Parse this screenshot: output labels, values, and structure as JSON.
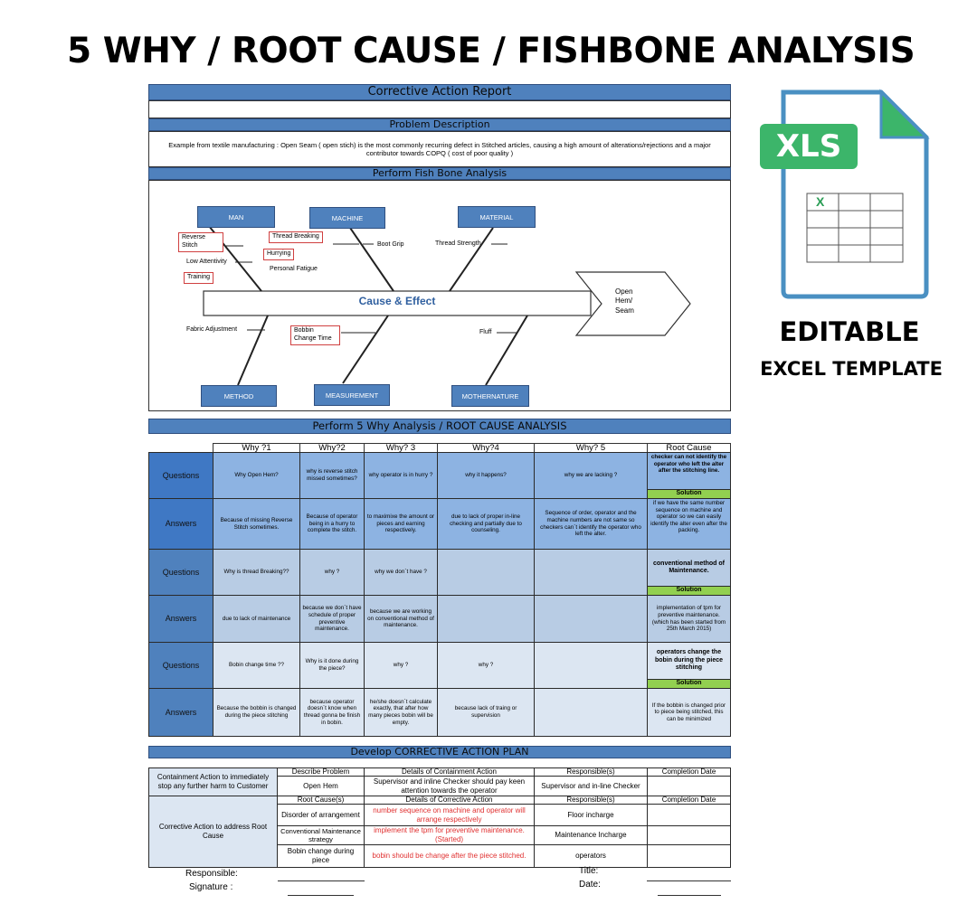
{
  "hero_title": "5 WHY / ROOT CAUSE / FISHBONE ANALYSIS",
  "xls_badge": "XLS",
  "xls_cell_mark": "X",
  "editable_label": "EDITABLE",
  "template_label": "EXCEL TEMPLATE",
  "colors": {
    "header_blue": "#4f81bd",
    "solution_green": "#92d050",
    "red_text": "#e03030"
  },
  "report": {
    "title": "Corrective Action Report",
    "problem_header": "Problem Description",
    "problem_text": "Example from textile manufacturing : Open Seam ( open stich) is the most commonly recurring defect in Stitched articles, causing a high amount of alterations/rejections and a major contributor towards COPQ ( cost of poor quality )",
    "fishbone_header": "Perform Fish Bone Analysis",
    "five_why_header": "Perform 5 Why Analysis / ROOT CAUSE ANALYSIS",
    "cap_header": "Develop CORRECTIVE ACTION PLAN"
  },
  "fishbone": {
    "categories": {
      "man": "MAN",
      "machine": "MACHINE",
      "material": "MATERIAL",
      "method": "METHOD",
      "measurement": "MEASUREMENT",
      "mothernature": "MOTHERNATURE"
    },
    "spine_label": "Cause & Effect",
    "effect": [
      "Open",
      "Hem/",
      "Seam"
    ],
    "causes": {
      "reverse_stitch": [
        "Reverse",
        "Stitch"
      ],
      "thread_breaking": "Thread Breaking",
      "hurrying": "Hurrying",
      "low_attentivity": "Low Attentivity",
      "personal_fatigue": "Personal Fatigue",
      "training": "Training",
      "boot_grip": "Boot Grip",
      "thread_strength": "Thread Strength",
      "fabric_adjustment": "Fabric Adjustment",
      "bobbin_change_time": [
        "Bobbin",
        "Change Time"
      ],
      "fluff": "Fluff"
    }
  },
  "five_why": {
    "columns": [
      "Why ?1",
      "Why?2",
      "Why? 3",
      "Why?4",
      "Why? 5",
      "Root Cause"
    ],
    "rows": [
      {
        "label": "Questions",
        "cells": [
          "Why Open Hem?",
          "why is reverse stitch missed sometimes?",
          "why operator is in hurry ?",
          "why it happens?",
          "why we are lacking ?"
        ],
        "root": "checker can not identify the operator who left the alter after the stitching line.",
        "solution": "Solution"
      },
      {
        "label": "Answers",
        "cells": [
          "Because of missing Reverse Stitch sometimes.",
          "Because of operator being in a hurry to complete the stitch.",
          "to maximixe the amount or pieces and earning respectively.",
          "due to lack of proper in-line checking and partially due to counseling.",
          "Sequence of order, operator and the machine numbers are not same so checkers can`t identify the operator who left the alter."
        ],
        "root": "if we have the same number sequence on machine and operator so we can easily identify the alter even after the packing."
      },
      {
        "label": "Questions",
        "cells": [
          "Why is thread Breaking??",
          "why ?",
          "why we don`t have ?",
          "",
          ""
        ],
        "root": "conventional method of Maintenance.",
        "solution": "Solution"
      },
      {
        "label": "Answers",
        "cells": [
          "due to lack of maintenance",
          "because we don`t have schedule of proper preventive maintenance.",
          "because we are working on conventional method of maintenance.",
          "",
          ""
        ],
        "root": "implementation of tpm for preventive maintenance. (which has been started from 25th March 2015)"
      },
      {
        "label": "Questions",
        "cells": [
          "Bobin change time ??",
          "Why is it done during the piece?",
          "why ?",
          "why ?",
          ""
        ],
        "root": "operators change the bobin during the piece stitching",
        "solution": "Solution"
      },
      {
        "label": "Answers",
        "cells": [
          "Because the bobbin is changed during the piece stitching",
          "because operator doesn`t know when thread gonna be finish in bobin.",
          "he/she doesn`t calculate exactly, that after how many pieces bobin will be empty.",
          "because lack of traing or supervision",
          ""
        ],
        "root": "If the bobbin is changed prior to piece being stitched, this can be minimized"
      }
    ]
  },
  "cap": {
    "containment_label": "Containment Action to immediately stop any further harm to Customer",
    "containment_headers": [
      "Describe Problem",
      "Details of Containment Action",
      "Responsible(s)",
      "Completion Date"
    ],
    "containment_row": [
      "Open Hem",
      "Supervisor and inline Checker should pay keen attention towards the operator",
      "Supervisor and in-line Checker",
      ""
    ],
    "corrective_label": "Corrective Action to address Root Cause",
    "corrective_headers": [
      "Root Cause(s)",
      "Details of Corrective Action",
      "Responsible(s)",
      "Completion Date"
    ],
    "corrective_rows": [
      [
        "Disorder of arrangement",
        "number sequence on machine and operator will arrange respectively",
        "Floor incharge",
        ""
      ],
      [
        "Conventional Maintenance strategy",
        "implement the tpm for preventive maintenance. (Started)",
        "Maintenance Incharge",
        ""
      ],
      [
        "Bobin change during piece",
        "bobin should be change after the piece stitched.",
        "operators",
        ""
      ]
    ],
    "footer": {
      "responsible": "Responsible:",
      "signature": "Signature :",
      "title": "Title:",
      "date": "Date:"
    }
  }
}
